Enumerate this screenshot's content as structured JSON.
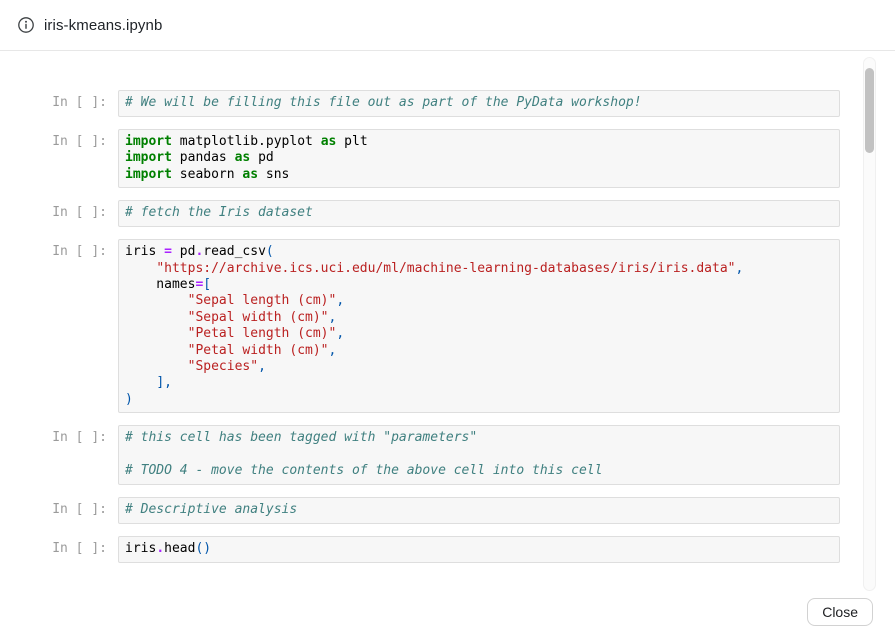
{
  "header": {
    "title": "iris-kmeans.ipynb",
    "icon": "info-icon"
  },
  "footer": {
    "close_label": "Close"
  },
  "colors": {
    "keyword": "#008000",
    "operator": "#AA22FF",
    "string": "#BA2121",
    "comment": "#408080",
    "punctuation": "#0055AA",
    "plain_code": "#000000",
    "prompt_text": "#9b9b9b",
    "cell_background": "#f7f7f7",
    "cell_border": "#dedede",
    "header_border": "#e7e7e7",
    "scrollbar_thumb": "#c2c2c2"
  },
  "notebook": {
    "prompt": "In [ ]:",
    "token_legend": {
      "k": "keyword",
      "o": "operator",
      "s": "string",
      "c": "comment",
      "p": "punctuation",
      "v": "plain"
    },
    "cells": [
      {
        "lines": [
          [
            [
              "c",
              "# We will be filling this file out as part of the PyData workshop!"
            ]
          ]
        ]
      },
      {
        "lines": [
          [
            [
              "k",
              "import"
            ],
            [
              "v",
              " matplotlib.pyplot "
            ],
            [
              "k",
              "as"
            ],
            [
              "v",
              " plt"
            ]
          ],
          [
            [
              "k",
              "import"
            ],
            [
              "v",
              " pandas "
            ],
            [
              "k",
              "as"
            ],
            [
              "v",
              " pd"
            ]
          ],
          [
            [
              "k",
              "import"
            ],
            [
              "v",
              " seaborn "
            ],
            [
              "k",
              "as"
            ],
            [
              "v",
              " sns"
            ]
          ]
        ]
      },
      {
        "lines": [
          [
            [
              "c",
              "# fetch the Iris dataset"
            ]
          ]
        ]
      },
      {
        "lines": [
          [
            [
              "v",
              "iris "
            ],
            [
              "o",
              "="
            ],
            [
              "v",
              " pd"
            ],
            [
              "o",
              "."
            ],
            [
              "v",
              "read_csv"
            ],
            [
              "p",
              "("
            ]
          ],
          [
            [
              "v",
              "    "
            ],
            [
              "s",
              "\"https://archive.ics.uci.edu/ml/machine-learning-databases/iris/iris.data\""
            ],
            [
              "p",
              ","
            ]
          ],
          [
            [
              "v",
              "    names"
            ],
            [
              "o",
              "="
            ],
            [
              "p",
              "["
            ]
          ],
          [
            [
              "v",
              "        "
            ],
            [
              "s",
              "\"Sepal length (cm)\""
            ],
            [
              "p",
              ","
            ]
          ],
          [
            [
              "v",
              "        "
            ],
            [
              "s",
              "\"Sepal width (cm)\""
            ],
            [
              "p",
              ","
            ]
          ],
          [
            [
              "v",
              "        "
            ],
            [
              "s",
              "\"Petal length (cm)\""
            ],
            [
              "p",
              ","
            ]
          ],
          [
            [
              "v",
              "        "
            ],
            [
              "s",
              "\"Petal width (cm)\""
            ],
            [
              "p",
              ","
            ]
          ],
          [
            [
              "v",
              "        "
            ],
            [
              "s",
              "\"Species\""
            ],
            [
              "p",
              ","
            ]
          ],
          [
            [
              "v",
              "    "
            ],
            [
              "p",
              "],"
            ]
          ],
          [
            [
              "p",
              ")"
            ]
          ]
        ]
      },
      {
        "lines": [
          [
            [
              "c",
              "# this cell has been tagged with \"parameters\""
            ]
          ],
          [],
          [
            [
              "c",
              "# TODO 4 - move the contents of the above cell into this cell"
            ]
          ]
        ]
      },
      {
        "lines": [
          [
            [
              "c",
              "# Descriptive analysis"
            ]
          ]
        ]
      },
      {
        "lines": [
          [
            [
              "v",
              "iris"
            ],
            [
              "o",
              "."
            ],
            [
              "v",
              "head"
            ],
            [
              "p",
              "()"
            ]
          ]
        ]
      }
    ]
  }
}
